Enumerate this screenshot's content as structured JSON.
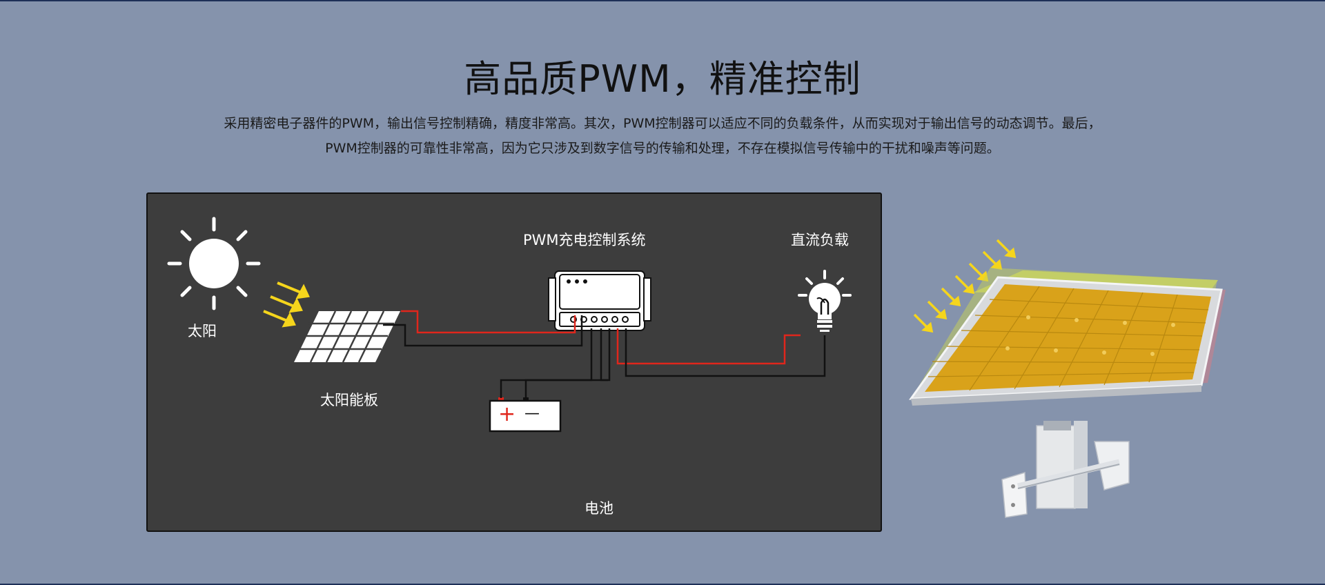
{
  "header": {
    "title": "高品质PWM，精准控制",
    "description_line1": "采用精密电子器件的PWM，输出信号控制精确，精度非常高。其次，PWM控制器可以适应不同的负载条件，从而实现对于输出信号的动态调节。最后，",
    "description_line2": "PWM控制器的可靠性非常高，因为它只涉及到数字信号的传输和处理，不存在模拟信号传输中的干扰和噪声等问题。"
  },
  "diagram": {
    "sun_label": "太阳",
    "solar_panel_label": "太阳能板",
    "controller_label": "PWM充电控制系统",
    "load_label": "直流负载",
    "battery_label": "电池",
    "battery_plus": "+",
    "battery_minus": "—"
  },
  "colors": {
    "background": "#8593ac",
    "panel_background": "#3d3d3d",
    "positive_wire": "#e0261c",
    "negative_wire": "#111111",
    "sun_rays": "#f5d51c",
    "cell_gold": "#d9a21a"
  },
  "icons": [
    "sun-icon",
    "sun-rays-icon",
    "solar-panel-icon",
    "controller-icon",
    "bulb-icon",
    "battery-icon"
  ]
}
